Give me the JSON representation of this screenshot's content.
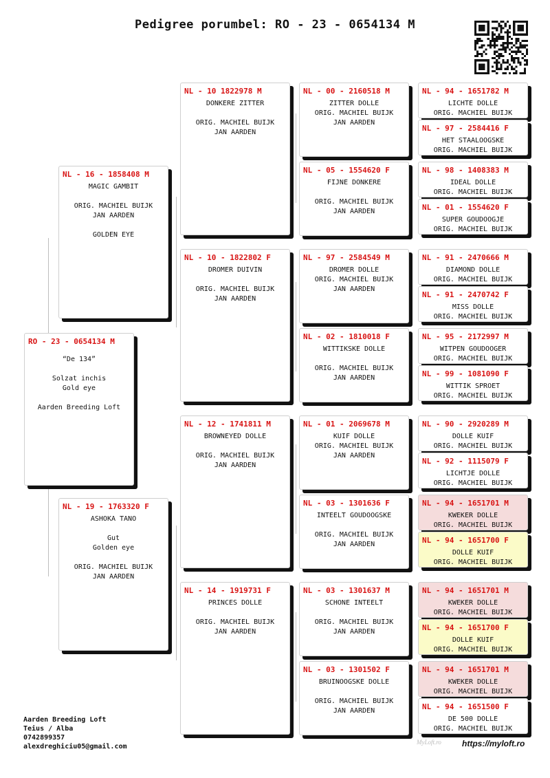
{
  "title": "Pedigree porumbel: RO - 23 - 0654134 M",
  "qr_code": "qr-code",
  "colors": {
    "ring": "#d81414",
    "pink": "#f5dcdc",
    "yellow": "#fbfbc8",
    "shadow": "#111111"
  },
  "subject": {
    "ring": "RO - 23 - 0654134 M",
    "lines": "“De 134”\n\nSolzat inchis\nGold eye\n\nAarden Breeding Loft"
  },
  "parents": [
    {
      "ring": "NL - 16 - 1858408 M",
      "lines": "MAGIC GAMBIT\n\nORIG. MACHIEL BUIJK\nJAN AARDEN\n\nGOLDEN EYE"
    },
    {
      "ring": "NL - 19 - 1763320 F",
      "lines": "ASHOKA TANO\n\nGut\nGolden eye\n\nORIG. MACHIEL BUIJK\nJAN AARDEN"
    }
  ],
  "grandparents": [
    {
      "ring": "NL - 10 1822978 M",
      "lines": "DONKERE ZITTER\n\nORIG. MACHIEL BUIJK\nJAN AARDEN"
    },
    {
      "ring": "NL - 10 - 1822802 F",
      "lines": "DROMER DUIVIN\n\nORIG. MACHIEL BUIJK\nJAN AARDEN"
    },
    {
      "ring": "NL - 12 - 1741811 M",
      "lines": "BROWNEYED DOLLE\n\nORIG. MACHIEL BUIJK\nJAN AARDEN"
    },
    {
      "ring": "NL - 14 - 1919731 F",
      "lines": "PRINCES DOLLE\n\nORIG. MACHIEL BUIJK\nJAN AARDEN"
    }
  ],
  "great_grandparents": [
    {
      "ring": "NL - 00 - 2160518 M",
      "lines": "ZITTER DOLLE\nORIG. MACHIEL BUIJK\nJAN AARDEN"
    },
    {
      "ring": "NL - 05 - 1554620 F",
      "lines": "FIJNE DONKERE\n\nORIG. MACHIEL BUIJK\nJAN AARDEN"
    },
    {
      "ring": "NL - 97 - 2584549 M",
      "lines": "DROMER DOLLE\nORIG. MACHIEL BUIJK\nJAN AARDEN"
    },
    {
      "ring": "NL - 02 - 1810018 F",
      "lines": "WITTIKSKE DOLLE\n\nORIG. MACHIEL BUIJK\nJAN AARDEN"
    },
    {
      "ring": "NL - 01 - 2069678 M",
      "lines": "KUIF DOLLE\nORIG. MACHIEL BUIJK\nJAN AARDEN"
    },
    {
      "ring": "NL - 03 - 1301636 F",
      "lines": "INTEELT GOUDOOGSKE\n\nORIG. MACHIEL BUIJK\nJAN AARDEN"
    },
    {
      "ring": "NL - 03 - 1301637 M",
      "lines": "SCHONE INTEELT\n\nORIG. MACHIEL BUIJK\nJAN AARDEN"
    },
    {
      "ring": "NL - 03 - 1301502 F",
      "lines": "BRUINOOGSKE DOLLE\n\nORIG. MACHIEL BUIJK\nJAN AARDEN"
    }
  ],
  "g4": [
    {
      "ring": "NL - 94 - 1651782 M",
      "lines": "LICHTE DOLLE\nORIG. MACHIEL BUIJK",
      "bg": "white"
    },
    {
      "ring": "NL - 97 - 2584416 F",
      "lines": "HET STAALOOGSKE\nORIG. MACHIEL BUIJK",
      "bg": "white"
    },
    {
      "ring": "NL - 98 - 1408383 M",
      "lines": "IDEAL DOLLE\nORIG. MACHIEL BUIJK",
      "bg": "white"
    },
    {
      "ring": "NL - 01 - 1554620 F",
      "lines": "SUPER GOUDOOGJE\nORIG. MACHIEL BUIJK",
      "bg": "white"
    },
    {
      "ring": "NL - 91 - 2470666 M",
      "lines": "DIAMOND DOLLE\nORIG. MACHIEL BUIJK",
      "bg": "white"
    },
    {
      "ring": "NL - 91 - 2470742 F",
      "lines": "MISS DOLLE\nORIG. MACHIEL BUIJK",
      "bg": "white"
    },
    {
      "ring": "NL - 95 - 2172997 M",
      "lines": "WITPEN GOUDOOGER\nORIG. MACHIEL BUIJK",
      "bg": "white"
    },
    {
      "ring": "NL - 99 - 1081090 F",
      "lines": "WITTIK SPROET\nORIG. MACHIEL BUIJK",
      "bg": "white"
    },
    {
      "ring": "NL - 90 - 2920289 M",
      "lines": "DOLLE KUIF\nORIG. MACHIEL BUIJK",
      "bg": "white"
    },
    {
      "ring": "NL - 92 - 1115079 F",
      "lines": "LICHTJE DOLLE\nORIG. MACHIEL BUIJK",
      "bg": "white"
    },
    {
      "ring": "NL - 94 - 1651701 M",
      "lines": "KWEKER DOLLE\nORIG. MACHIEL BUIJK",
      "bg": "pink"
    },
    {
      "ring": "NL - 94 - 1651700 F",
      "lines": "DOLLE KUIF\nORIG. MACHIEL BUIJK",
      "bg": "yellow"
    },
    {
      "ring": "NL - 94 - 1651701 M",
      "lines": "KWEKER DOLLE\nORIG. MACHIEL BUIJK",
      "bg": "pink"
    },
    {
      "ring": "NL - 94 - 1651700 F",
      "lines": "DOLLE KUIF\nORIG. MACHIEL BUIJK",
      "bg": "yellow"
    },
    {
      "ring": "NL - 94 - 1651701 M",
      "lines": "KWEKER DOLLE\nORIG. MACHIEL BUIJK",
      "bg": "pink"
    },
    {
      "ring": "NL - 94 - 1651500 F",
      "lines": "DE 500 DOLLE\nORIG. MACHIEL BUIJK",
      "bg": "white"
    }
  ],
  "footer": {
    "loft": "Aarden Breeding Loft",
    "location": "Teius / Alba",
    "phone": "0742899357",
    "email": "alexdreghiciu05@gmail.com"
  },
  "logo_text": "MyLoft.ro",
  "website": "https://myloft.ro"
}
